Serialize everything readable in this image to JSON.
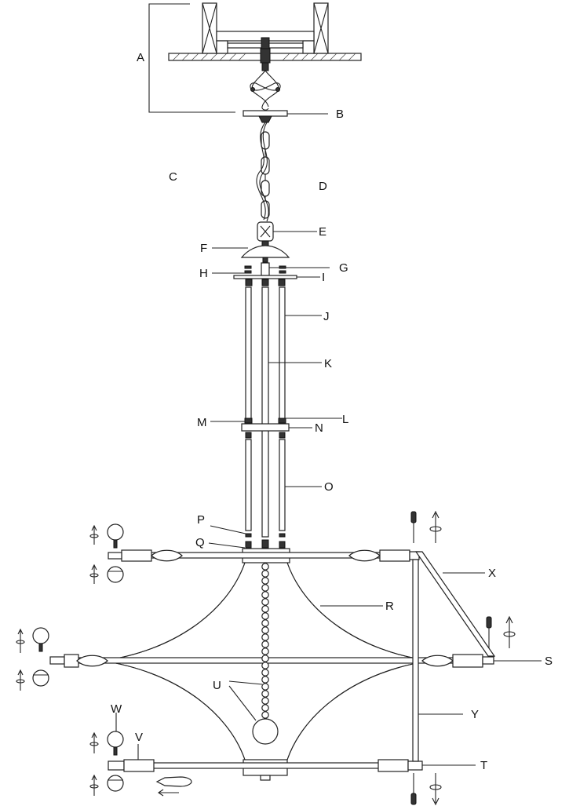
{
  "diagram": {
    "labels": {
      "A": "A",
      "B": "B",
      "C": "C",
      "D": "D",
      "E": "E",
      "F": "F",
      "G": "G",
      "H": "H",
      "I": "I",
      "J": "J",
      "K": "K",
      "L": "L",
      "M": "M",
      "N": "N",
      "O": "O",
      "P": "P",
      "Q": "Q",
      "R": "R",
      "S": "S",
      "T": "T",
      "U": "U",
      "V": "V",
      "W": "W",
      "X": "X",
      "Y": "Y"
    },
    "colors": {
      "line": "#222222",
      "background": "#ffffff"
    },
    "icons": [
      "screwdriver-icon",
      "rotate-arrow-icon",
      "bulb-icon",
      "shade-icon"
    ]
  }
}
